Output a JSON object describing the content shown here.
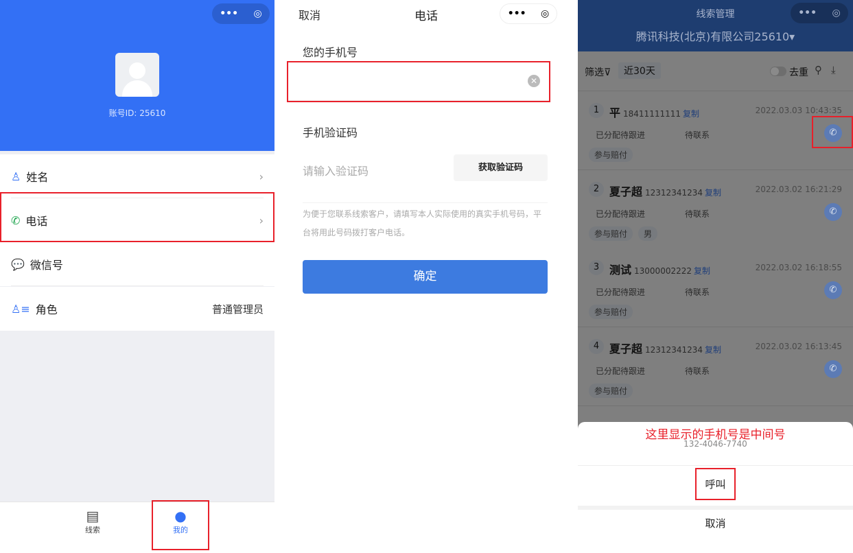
{
  "profile": {
    "account_id": "账号ID: 25610",
    "rows": [
      {
        "label": "姓名",
        "value": "",
        "icon": "user-icon"
      },
      {
        "label": "电话",
        "value": "",
        "icon": "phone-icon"
      },
      {
        "label": "微信号",
        "value": "",
        "icon": "wechat-icon"
      },
      {
        "label": "角色",
        "value": "普通管理员",
        "icon": "role-icon"
      }
    ],
    "tabs": [
      {
        "label": "线索",
        "icon": "list-icon",
        "active": false
      },
      {
        "label": "我的",
        "icon": "person-icon",
        "active": true
      }
    ]
  },
  "phone_form": {
    "cancel": "取消",
    "title": "电话",
    "phone_label": "您的手机号",
    "phone_value": "",
    "code_label": "手机验证码",
    "code_placeholder": "请输入验证码",
    "get_code": "获取验证码",
    "hint": "为便于您联系线索客户，请填写本人实际使用的真实手机号码，平台将用此号码拨打客户电话。",
    "confirm": "确定"
  },
  "leads": {
    "title": "线索管理",
    "company": "腾讯科技(北京)有限公司25610",
    "filter": "筛选",
    "range": "近30天",
    "dedupe": "去重",
    "items": [
      {
        "no": "1",
        "name": "平",
        "phone": "18411111111",
        "copy": "复制",
        "time": "2022.03.03 10:43:35",
        "status": "已分配待跟进",
        "contact": "待联系",
        "tags": [
          "参与赔付"
        ]
      },
      {
        "no": "2",
        "name": "夏子超",
        "phone": "12312341234",
        "copy": "复制",
        "time": "2022.03.02 16:21:29",
        "status": "已分配待跟进",
        "contact": "待联系",
        "tags": [
          "参与赔付",
          "男"
        ]
      },
      {
        "no": "3",
        "name": "测试",
        "phone": "13000002222",
        "copy": "复制",
        "time": "2022.03.02 16:18:55",
        "status": "已分配待跟进",
        "contact": "待联系",
        "tags": [
          "参与赔付"
        ]
      },
      {
        "no": "4",
        "name": "夏子超",
        "phone": "12312341234",
        "copy": "复制",
        "time": "2022.03.02 16:13:45",
        "status": "已分配待跟进",
        "contact": "待联系",
        "tags": [
          "参与赔付"
        ]
      }
    ],
    "sheet": {
      "annotation": "这里显示的手机号是中间号",
      "number": "132-4046-7740",
      "call": "呼叫",
      "cancel": "取消"
    }
  },
  "colors": {
    "brand": "#3370f5",
    "button": "#3d7be0",
    "annotation": "#e8202a"
  }
}
